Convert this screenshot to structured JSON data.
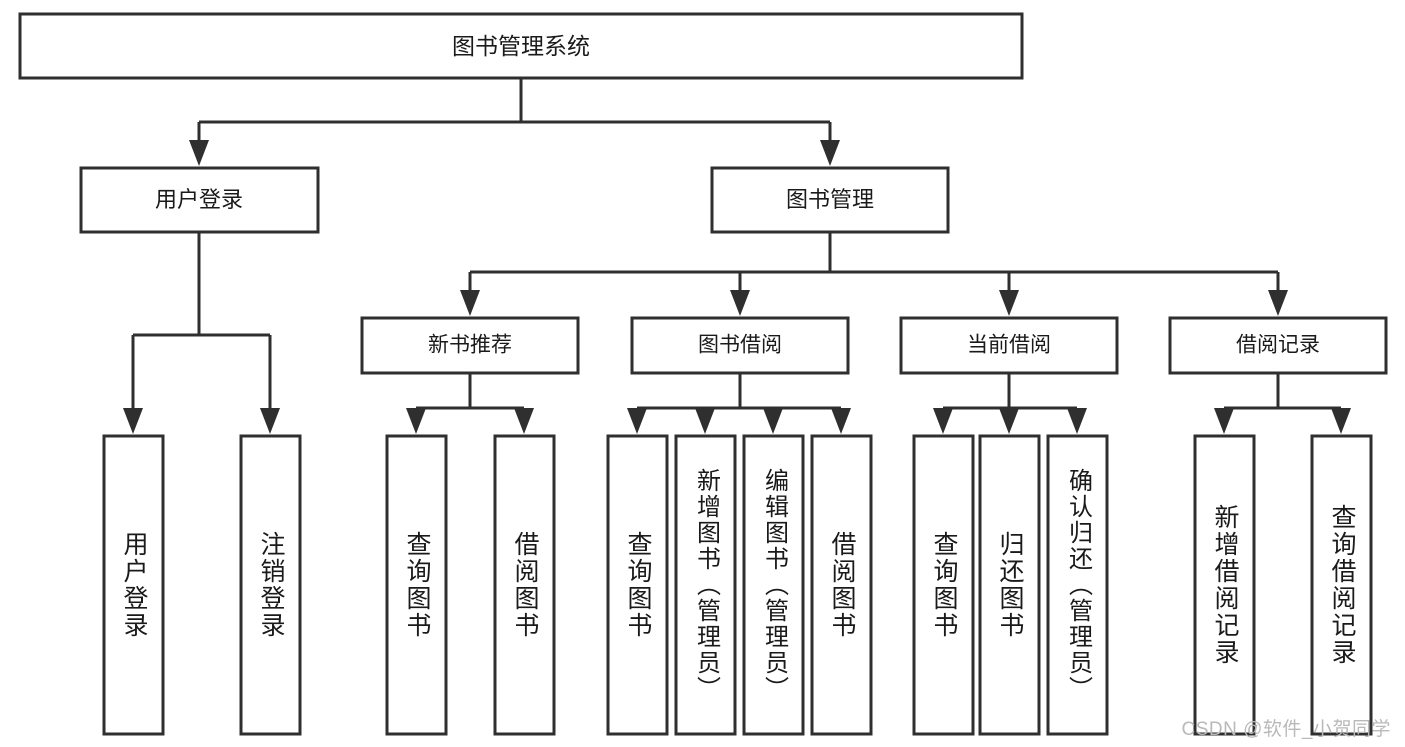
{
  "diagram": {
    "type": "tree-hierarchy",
    "title": "图书管理系统",
    "orientation": "top-down",
    "colors": {
      "box_fill": "#ffffff",
      "box_stroke": "#2f2f2f",
      "connector": "#2f2f2f",
      "text": "#1a1a1a",
      "watermark": "#b9b9b9"
    },
    "root": {
      "label": "图书管理系统",
      "level": 0
    },
    "level1": [
      {
        "label": "用户登录"
      },
      {
        "label": "图书管理"
      }
    ],
    "level2": [
      {
        "label": "新书推荐",
        "parent": "图书管理"
      },
      {
        "label": "图书借阅",
        "parent": "图书管理"
      },
      {
        "label": "当前借阅",
        "parent": "图书管理"
      },
      {
        "label": "借阅记录",
        "parent": "图书管理"
      }
    ],
    "leaves": {
      "用户登录": [
        {
          "label": "用户登录"
        },
        {
          "label": "注销登录"
        }
      ],
      "新书推荐": [
        {
          "label": "查询图书"
        },
        {
          "label": "借阅图书"
        }
      ],
      "图书借阅": [
        {
          "label": "查询图书"
        },
        {
          "label": "新增图书（管理员）"
        },
        {
          "label": "编辑图书（管理员）"
        },
        {
          "label": "借阅图书"
        }
      ],
      "当前借阅": [
        {
          "label": "查询图书"
        },
        {
          "label": "归还图书"
        },
        {
          "label": "确认归还（管理员）"
        }
      ],
      "借阅记录": [
        {
          "label": "新增借阅记录"
        },
        {
          "label": "查询借阅记录"
        }
      ]
    }
  },
  "watermark": {
    "text": "CSDN @软件_小贺同学"
  }
}
